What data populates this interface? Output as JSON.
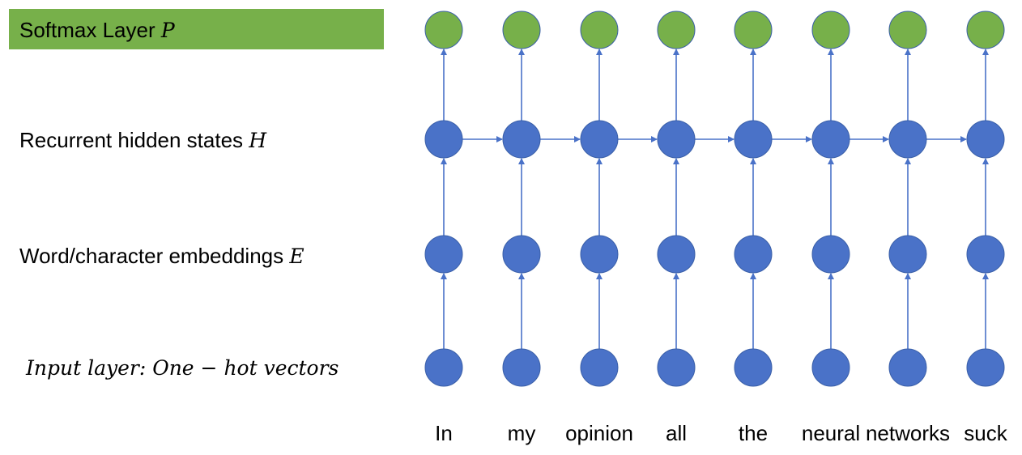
{
  "layers": {
    "softmax": {
      "text": "Softmax Layer",
      "var": "P"
    },
    "hidden": {
      "text": "Recurrent hidden states",
      "var": "H"
    },
    "embed": {
      "text": "Word/character embeddings",
      "var": "E"
    },
    "input": {
      "text": "Input layer: One − hot vectors"
    }
  },
  "words": [
    "In",
    "my",
    "opinion",
    "all",
    "the",
    "neural",
    "networks",
    "suck"
  ],
  "colors": {
    "softmax_box": "#77b04a",
    "softmax_node": "#77b04a",
    "node": "#4a72c8",
    "node_stroke": "#3a5fa8",
    "arrow": "#4a72c8"
  }
}
